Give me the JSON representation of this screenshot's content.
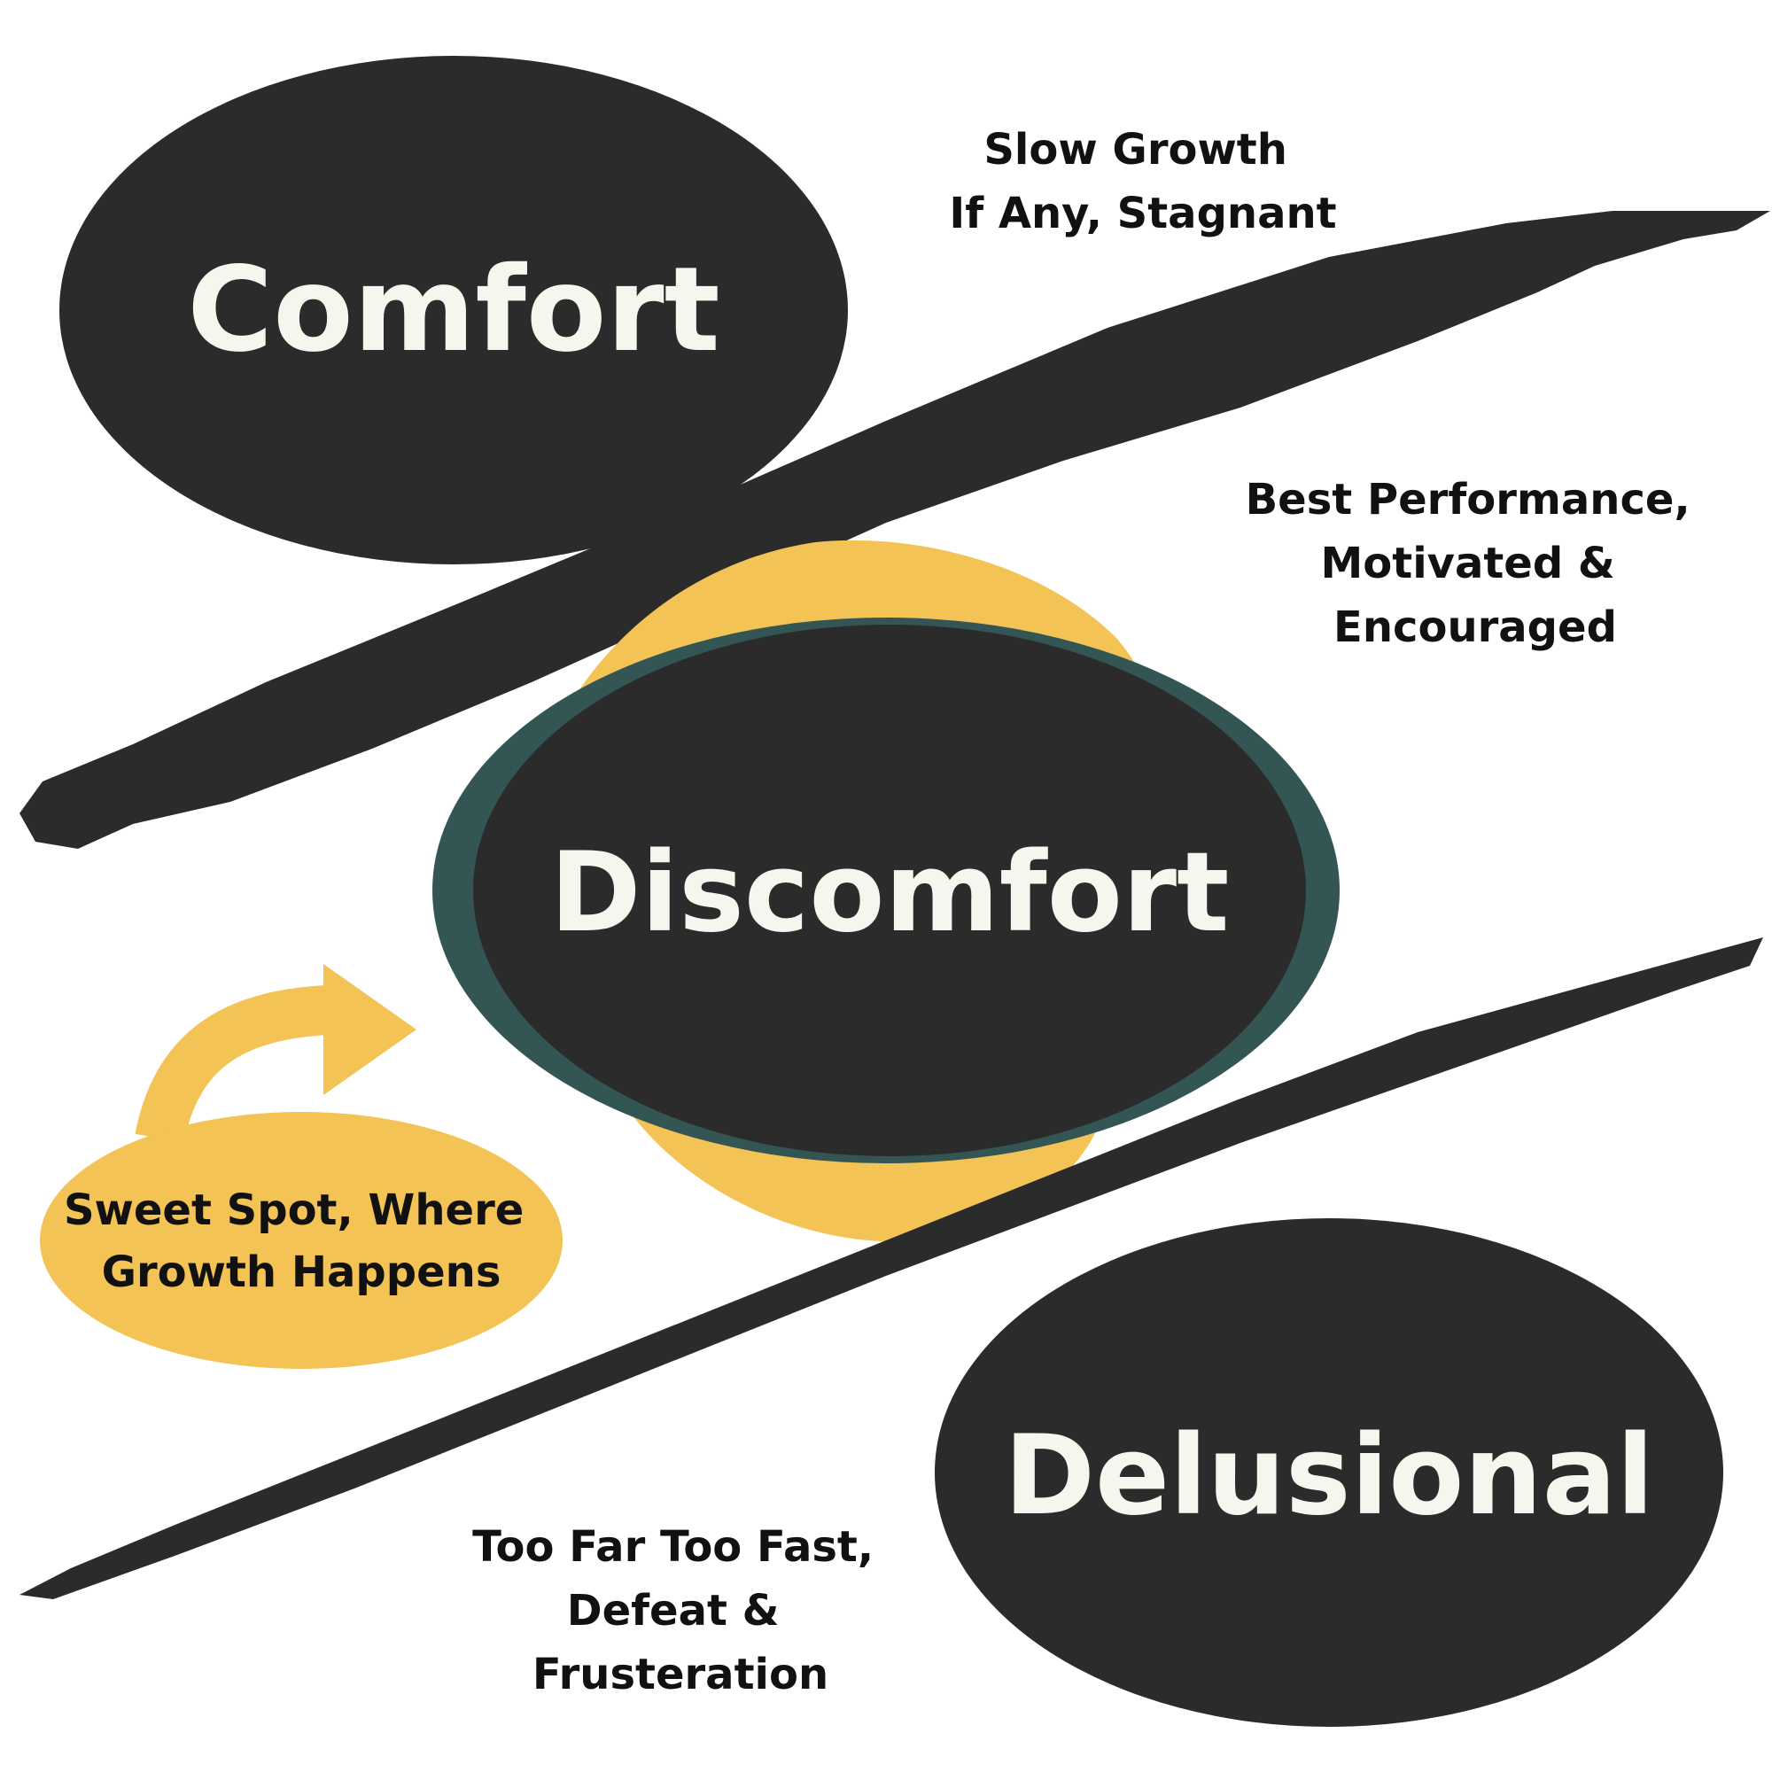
{
  "colors": {
    "ellipse_dark": "#2b2b2b",
    "ring_teal": "#335655",
    "accent_yellow": "#f3c355",
    "label_light": "#f6f6ee",
    "caption_dark": "#111111",
    "background": "#ffffff"
  },
  "zones": {
    "comfort": {
      "title": "Comfort"
    },
    "discomfort": {
      "title": "Discomfort"
    },
    "delusional": {
      "title": "Delusional"
    }
  },
  "captions": {
    "comfort": [
      "Slow Growth",
      "If Any, Stagnant"
    ],
    "discomfort": [
      "Best Performance,",
      "Motivated &",
      "Encouraged"
    ],
    "delusional": [
      "Too Far Too Fast,",
      "Defeat &",
      "Frusteration"
    ]
  },
  "callout": {
    "lines": [
      "Sweet Spot, Where",
      "Growth Happens"
    ],
    "icon": "curved-arrow-right-icon"
  },
  "dividers": [
    "upper-brush-stroke",
    "lower-brush-stroke"
  ]
}
